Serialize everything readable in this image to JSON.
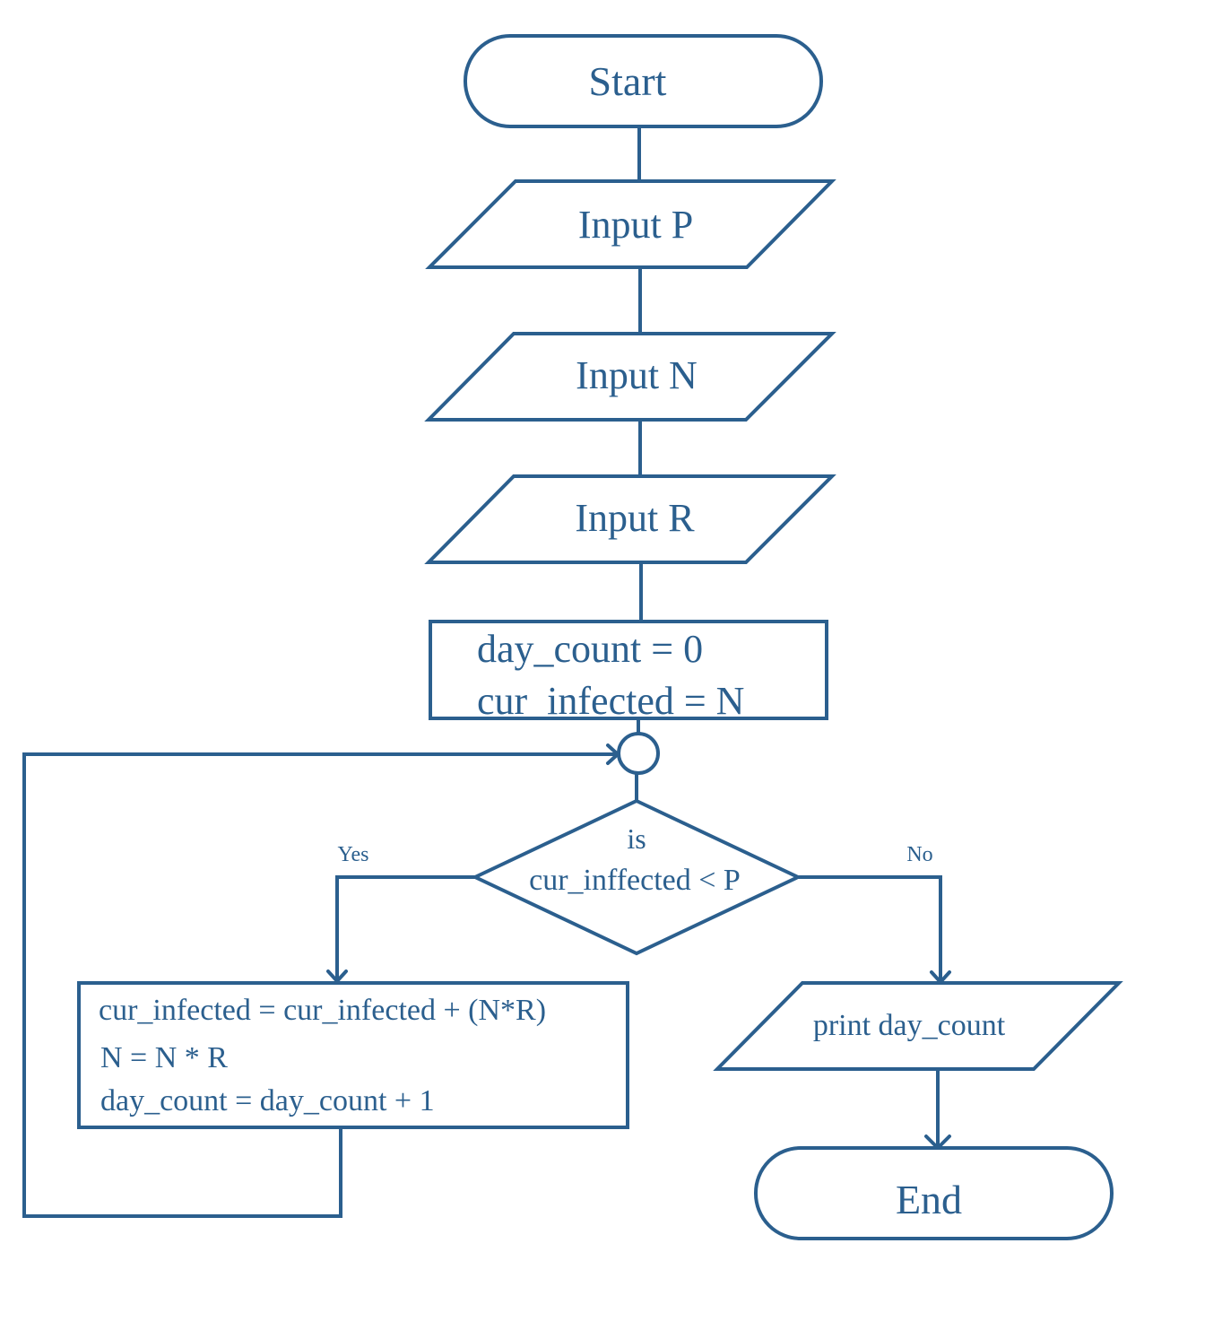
{
  "colors": {
    "stroke": "#2b5f8e",
    "text": "#2b5f8e",
    "background": "#ffffff"
  },
  "nodes": {
    "start": "Start",
    "input_p": "Input P",
    "input_n": "Input N",
    "input_r": "Input R",
    "init_line1": "day_count = 0",
    "init_line2": "cur_infected = N",
    "decision_line1": "is",
    "decision_line2": "cur_inffected < P",
    "yes_label": "Yes",
    "no_label": "No",
    "update_line1": "cur_infected = cur_infected + (N*R)",
    "update_line2": "N = N * R",
    "update_line3": "day_count = day_count + 1",
    "print": "print day_count",
    "end": "End"
  }
}
